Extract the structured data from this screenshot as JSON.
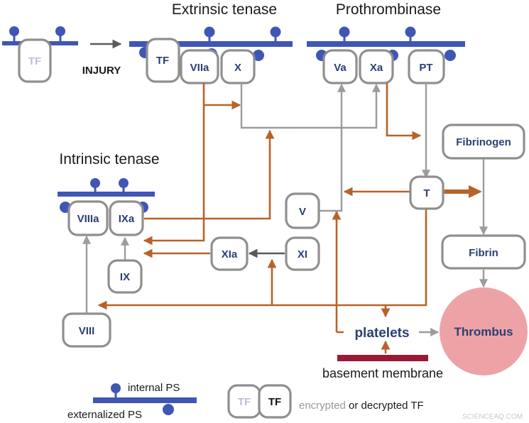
{
  "titles": {
    "extrinsic": "Extrinsic tenase",
    "prothrombinase": "Prothrombinase",
    "intrinsic": "Intrinsic tenase"
  },
  "labels": {
    "injury": "INJURY",
    "tf_encrypted": "TF",
    "tf": "TF",
    "viia": "VIIa",
    "x": "X",
    "va": "Va",
    "xa": "Xa",
    "pt": "PT",
    "fibrinogen": "Fibrinogen",
    "t": "T",
    "v": "V",
    "viiia": "VIIIa",
    "ixa": "IXa",
    "xia": "XIa",
    "xi": "XI",
    "ix": "IX",
    "viii": "VIII",
    "fibrin": "Fibrin",
    "platelets": "platelets",
    "thrombus": "Thrombus",
    "basement_membrane": "basement membrane"
  },
  "legend": {
    "internal_ps": "internal PS",
    "externalized_ps": "externalized PS",
    "tf_encrypted": "TF",
    "tf_decrypted": "TF",
    "word_encrypted": "encrypted",
    "word_or_decrypted": " or decrypted TF"
  },
  "colors": {
    "membrane_blue": "#3f56b5",
    "activation_arrow": "#b8622a",
    "conversion_arrow": "#9c9c9c",
    "box_border": "#8f8f8f",
    "node_text": "#2b3f73",
    "thrombus_fill": "#eda3a6",
    "basement_membrane": "#9a1a35"
  },
  "watermark": "SCIENCEAQ.COM"
}
